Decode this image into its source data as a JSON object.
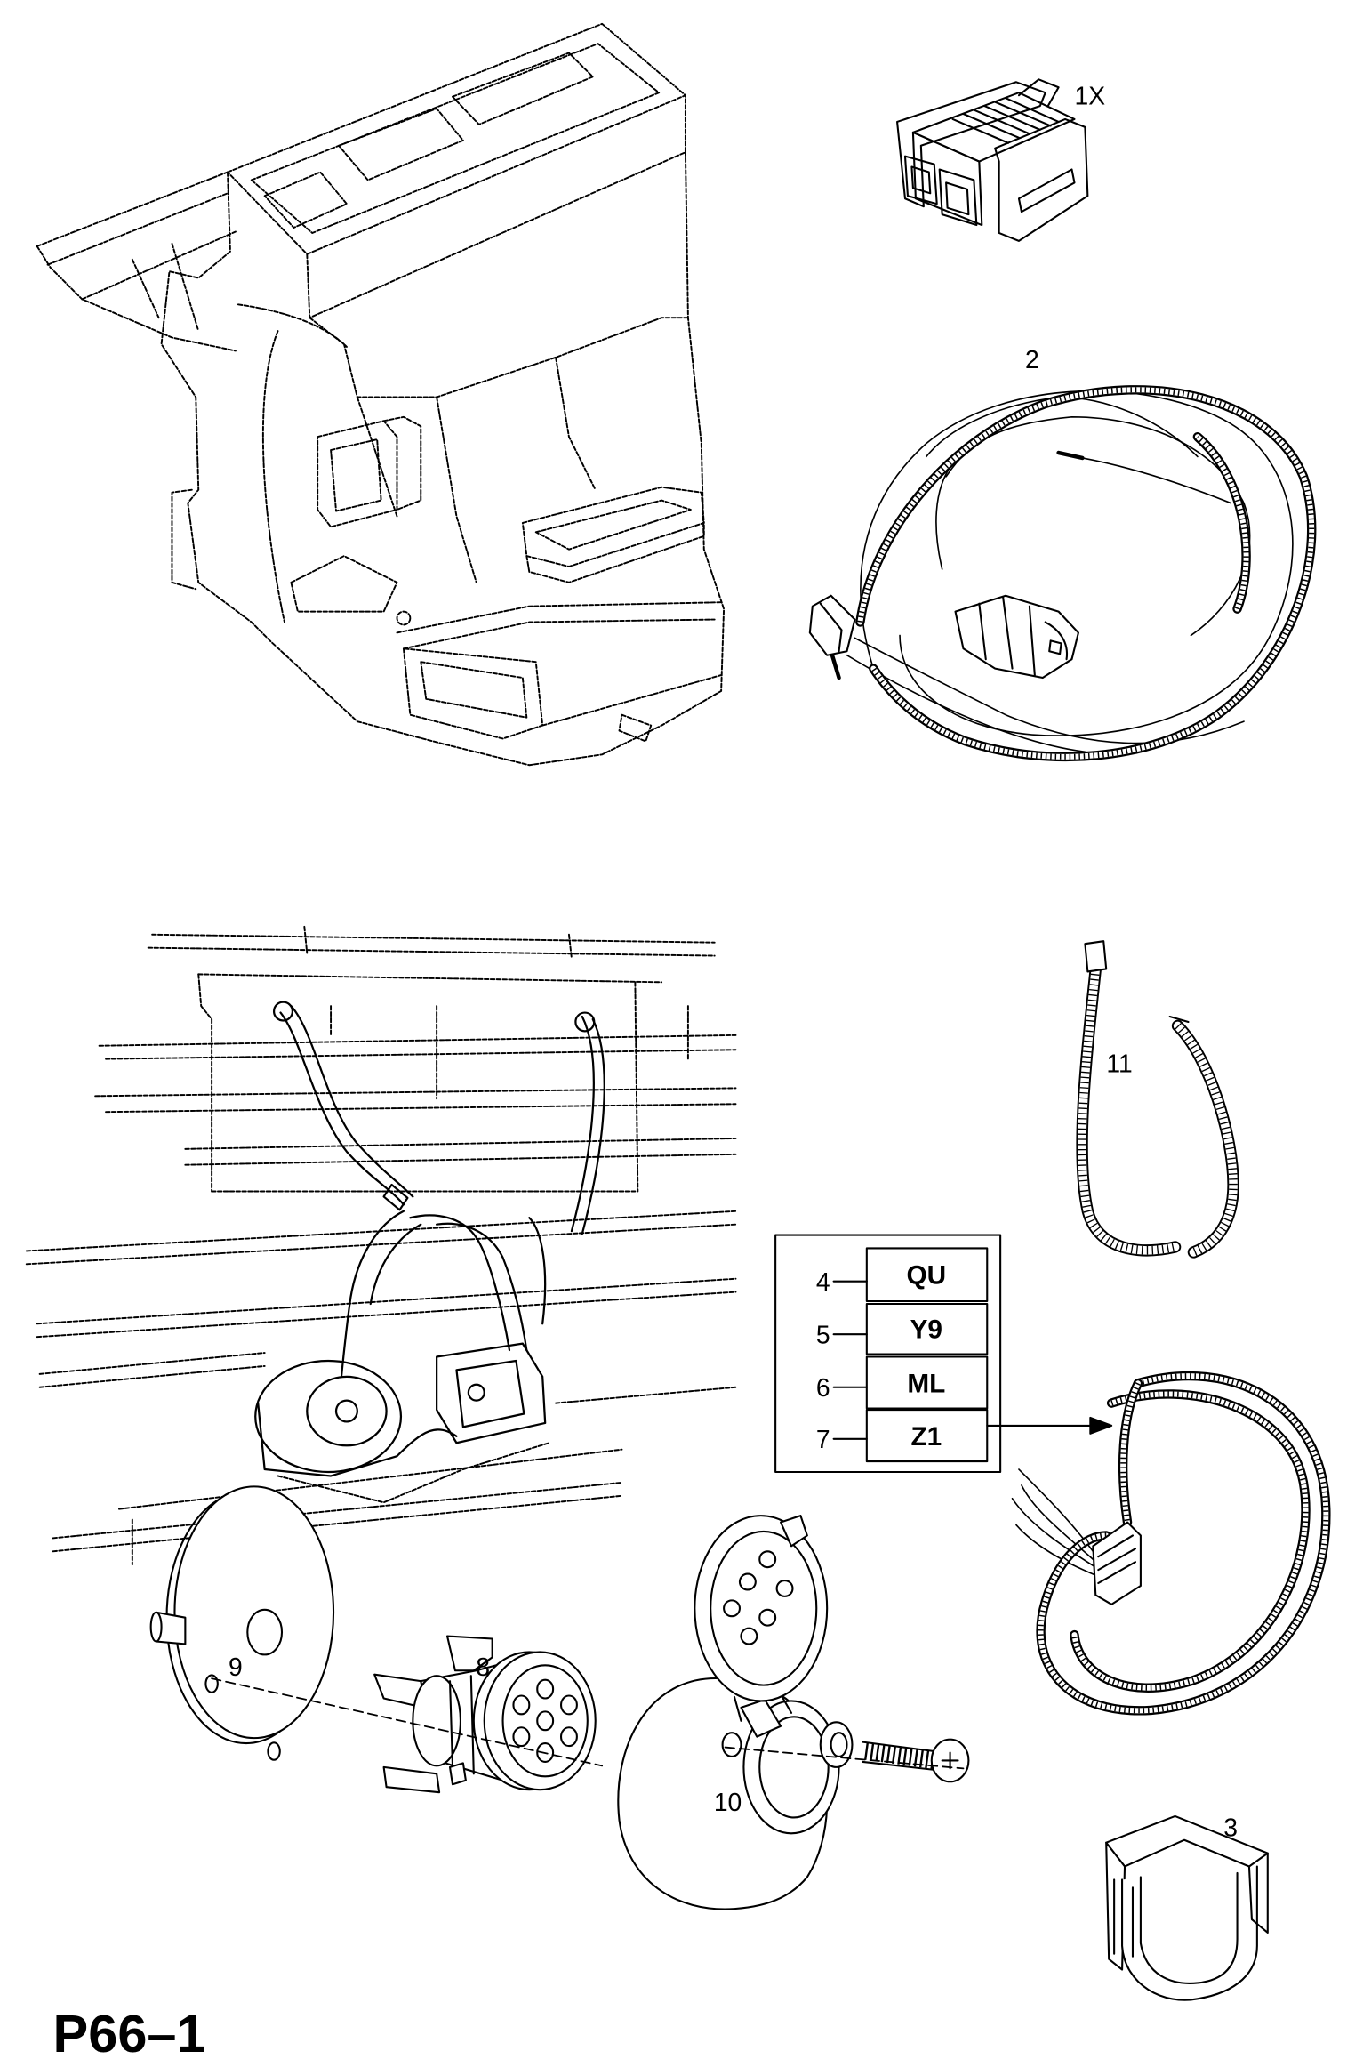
{
  "callouts": {
    "connector": "1X",
    "harness": "2",
    "cable_tie": "11",
    "plate": "9",
    "socket": "8",
    "socket_housing": "10",
    "clip": "3"
  },
  "option_table": {
    "rows": [
      {
        "num": "4",
        "code": "QU"
      },
      {
        "num": "5",
        "code": "Y9"
      },
      {
        "num": "6",
        "code": "ML"
      },
      {
        "num": "7",
        "code": "Z1"
      }
    ]
  },
  "page_code": "P66–1",
  "colors": {
    "line": "#000000",
    "background": "#ffffff"
  }
}
